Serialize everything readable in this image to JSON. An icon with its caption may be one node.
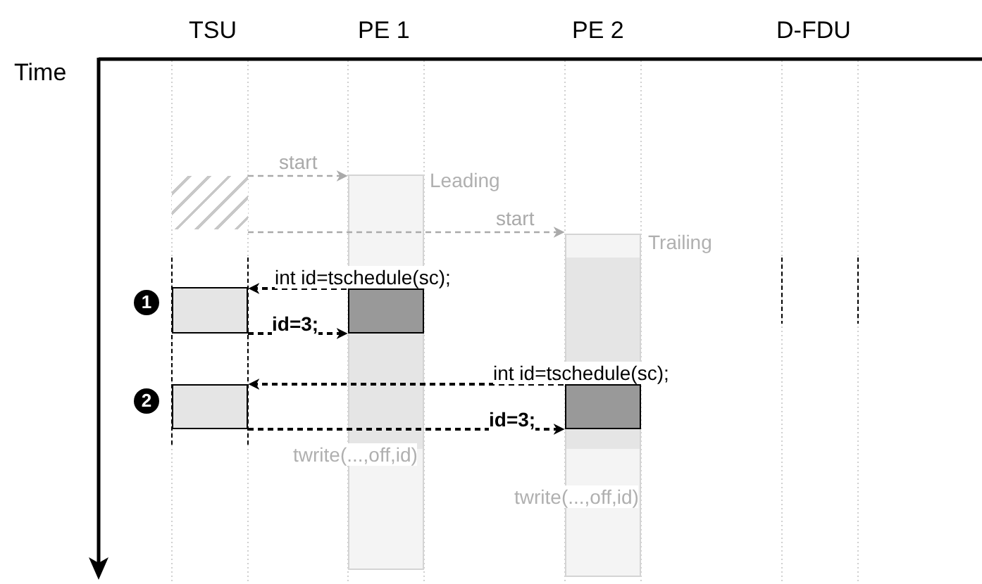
{
  "diagram": {
    "nodes": [
      {
        "text": [],
        "shape": "box"
      },
      {
        "text": [],
        "shape": "bar",
        "beside": [
          "Leading"
        ]
      },
      {
        "text": [],
        "shape": "bar",
        "beside": [
          "Trailing"
        ]
      },
      {
        "text": [],
        "shape": "box"
      },
      {
        "text": [],
        "shape": "box",
        "in": 1
      },
      {
        "text": [],
        "shape": "box"
      },
      {
        "text": [],
        "shape": "box",
        "in": 2
      }
    ],
    "edges": [
      {
        "from": 0,
        "to": 1,
        "arrow": "to",
        "label": "start",
        "style": "dashed",
        "color": "#aaaaaa"
      },
      {
        "from": 0,
        "to": 2,
        "arrow": "to",
        "label": "start",
        "style": "dashed",
        "color": "#aaaaaa"
      },
      {
        "from": 4,
        "to": 3,
        "arrow": "to",
        "label": "int id=tschedule(sc);",
        "style": "dashed"
      },
      {
        "from": 3,
        "to": 4,
        "arrow": "to",
        "label": "id=3;",
        "style": "dashed"
      },
      {
        "from": 6,
        "to": 5,
        "arrow": "to",
        "label": "int id=tschedule(sc);",
        "style": "dashed"
      },
      {
        "from": 5,
        "to": 6,
        "arrow": "to",
        "label": "id=3;",
        "style": "dashed"
      }
    ],
    "labels": [
      "TSU",
      "PE 1",
      "PE 2",
      "D-FDU",
      "Time",
      "1",
      "2",
      "twrite(...,off,id)",
      "twrite(...,off,id)"
    ]
  }
}
